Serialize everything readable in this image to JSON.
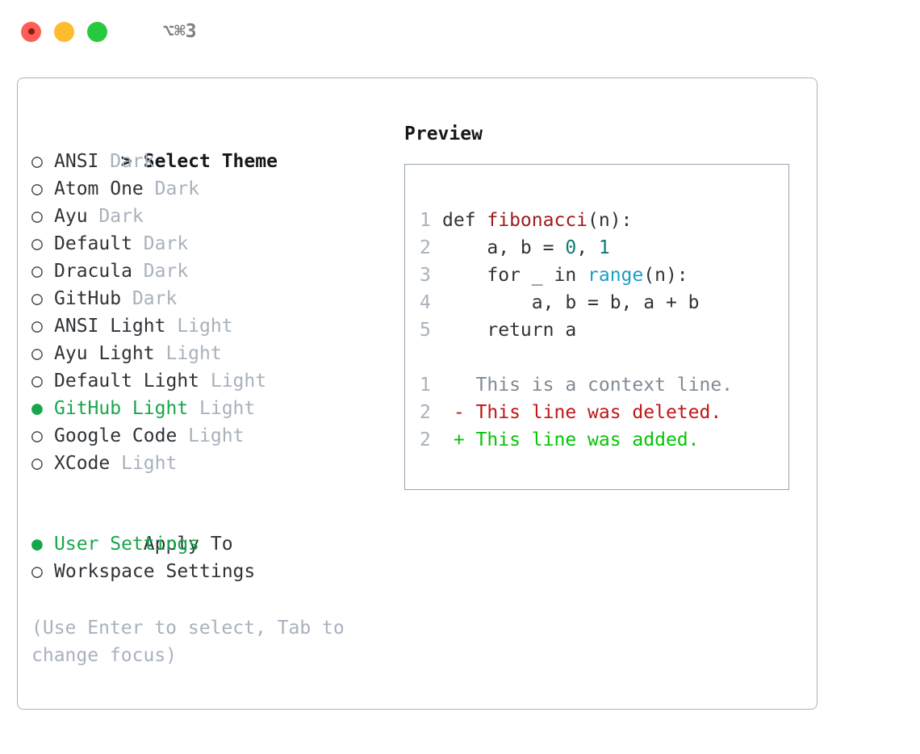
{
  "window": {
    "traffic_lights": [
      "close",
      "minimize",
      "maximize"
    ],
    "shortcut_label": "⌥⌘3",
    "colors": {
      "close": "#fd5f57",
      "minimize": "#fdbc2e",
      "maximize": "#28c93f",
      "panel_border": "#aab3c0",
      "preview_border": "#98a2b3",
      "selection_green": "#18a64b",
      "muted": "#a8b1bd",
      "diff_add": "#06c406",
      "diff_del": "#c01616",
      "diff_ctx": "#808a94",
      "token_function": "#a01b1b",
      "token_number": "#0f7a72",
      "token_builtin": "#1a9ec4"
    }
  },
  "theme_list": {
    "header": {
      "marker": ">",
      "title": "Select Theme"
    },
    "items": [
      {
        "marker": "○",
        "label": "ANSI",
        "tag": "Dark",
        "selected": false
      },
      {
        "marker": "○",
        "label": "Atom One",
        "tag": "Dark",
        "selected": false
      },
      {
        "marker": "○",
        "label": "Ayu",
        "tag": "Dark",
        "selected": false
      },
      {
        "marker": "○",
        "label": "Default",
        "tag": "Dark",
        "selected": false
      },
      {
        "marker": "○",
        "label": "Dracula",
        "tag": "Dark",
        "selected": false
      },
      {
        "marker": "○",
        "label": "GitHub",
        "tag": "Dark",
        "selected": false
      },
      {
        "marker": "○",
        "label": "ANSI Light",
        "tag": "Light",
        "selected": false
      },
      {
        "marker": "○",
        "label": "Ayu Light",
        "tag": "Light",
        "selected": false
      },
      {
        "marker": "○",
        "label": "Default Light",
        "tag": "Light",
        "selected": false
      },
      {
        "marker": "●",
        "label": "GitHub Light",
        "tag": "Light",
        "selected": true
      },
      {
        "marker": "○",
        "label": "Google Code",
        "tag": "Light",
        "selected": false
      },
      {
        "marker": "○",
        "label": "XCode",
        "tag": "Light",
        "selected": false
      }
    ]
  },
  "apply_to": {
    "title": "Apply To",
    "options": [
      {
        "marker": "●",
        "label": "User Settings",
        "selected": true
      },
      {
        "marker": "○",
        "label": "Workspace Settings",
        "selected": false
      }
    ]
  },
  "hint": "(Use Enter to select, Tab to change focus)",
  "preview": {
    "title": "Preview",
    "code_lines": [
      {
        "number": "1",
        "tokens": [
          {
            "t": "def ",
            "c": "plain"
          },
          {
            "t": "fibonacci",
            "c": "fn"
          },
          {
            "t": "(n):",
            "c": "plain"
          }
        ]
      },
      {
        "number": "2",
        "tokens": [
          {
            "t": "    a, b = ",
            "c": "plain"
          },
          {
            "t": "0",
            "c": "num"
          },
          {
            "t": ", ",
            "c": "plain"
          },
          {
            "t": "1",
            "c": "num"
          }
        ]
      },
      {
        "number": "3",
        "tokens": [
          {
            "t": "    for _ in ",
            "c": "plain"
          },
          {
            "t": "range",
            "c": "builtin"
          },
          {
            "t": "(n):",
            "c": "plain"
          }
        ]
      },
      {
        "number": "4",
        "tokens": [
          {
            "t": "        a, b = b, a + b",
            "c": "plain"
          }
        ]
      },
      {
        "number": "5",
        "tokens": [
          {
            "t": "    return a",
            "c": "plain"
          }
        ]
      }
    ],
    "diff_lines": [
      {
        "number": "1",
        "sign": " ",
        "text": " This is a context line.",
        "kind": "ctx"
      },
      {
        "number": "2",
        "sign": "-",
        "text": " This line was deleted.",
        "kind": "del"
      },
      {
        "number": "2",
        "sign": "+",
        "text": " This line was added.",
        "kind": "add"
      }
    ]
  }
}
